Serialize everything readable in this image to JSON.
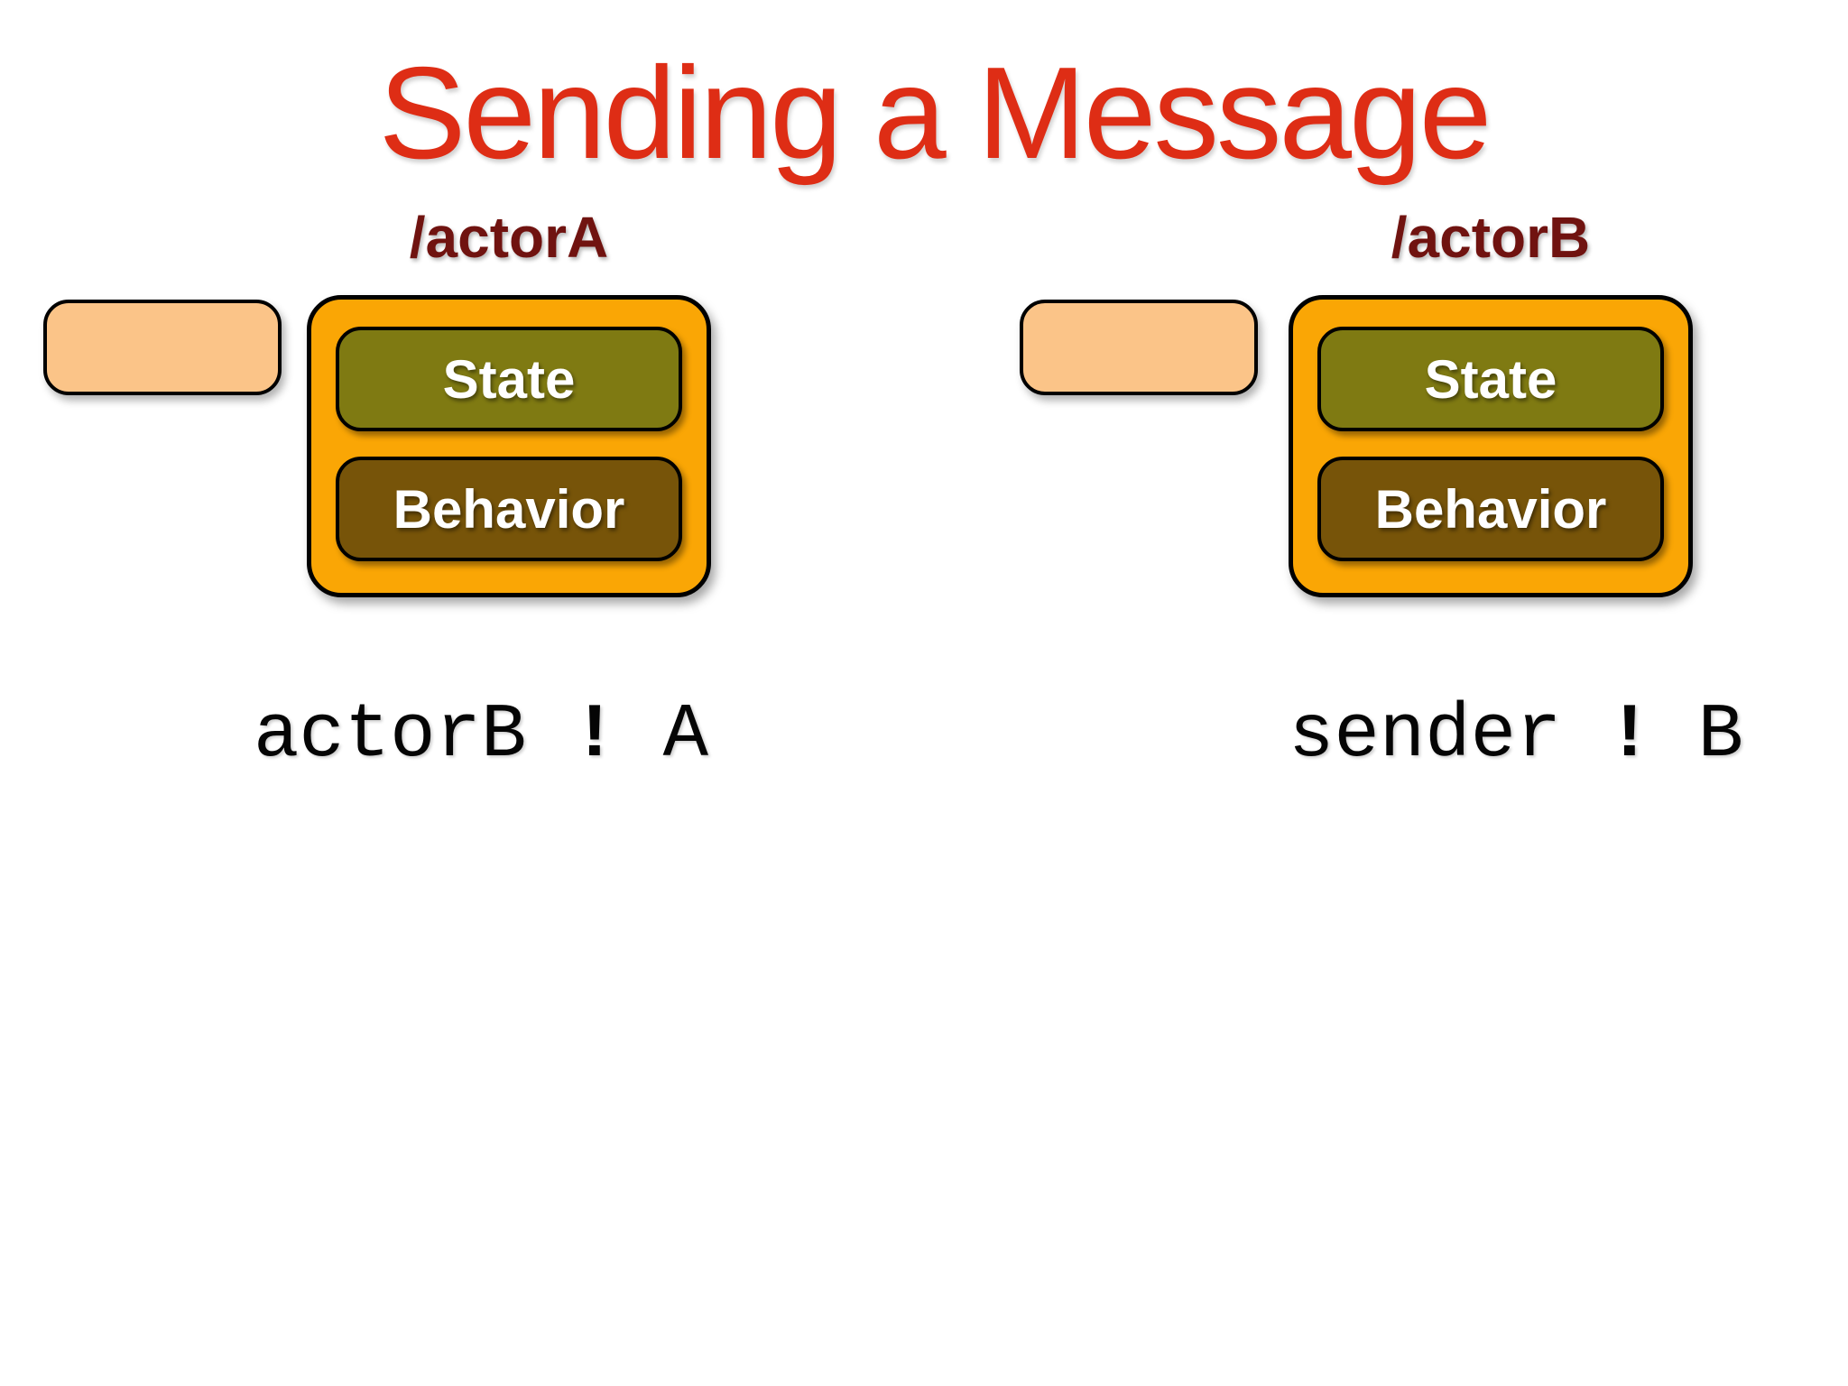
{
  "slide": {
    "title": "Sending a Message"
  },
  "actors": [
    {
      "path": "/actorA",
      "state": "State",
      "behavior": "Behavior",
      "code": {
        "target": "actorB",
        "operator": "!",
        "message": "A"
      }
    },
    {
      "path": "/actorB",
      "state": "State",
      "behavior": "Behavior",
      "code": {
        "target": "sender",
        "operator": "!",
        "message": "B"
      }
    }
  ],
  "colors": {
    "title_red": "#DE2D15",
    "path_label_maroon": "#701310",
    "actor_box_orange": "#FAA605",
    "mailbox_peach": "#FBC488",
    "state_olive": "#7F7A12",
    "behavior_brown": "#775409",
    "outline_black": "#000000",
    "box_text_white": "#FFFFFF",
    "code_text_black": "#050505",
    "background_white": "#FFFFFF"
  }
}
